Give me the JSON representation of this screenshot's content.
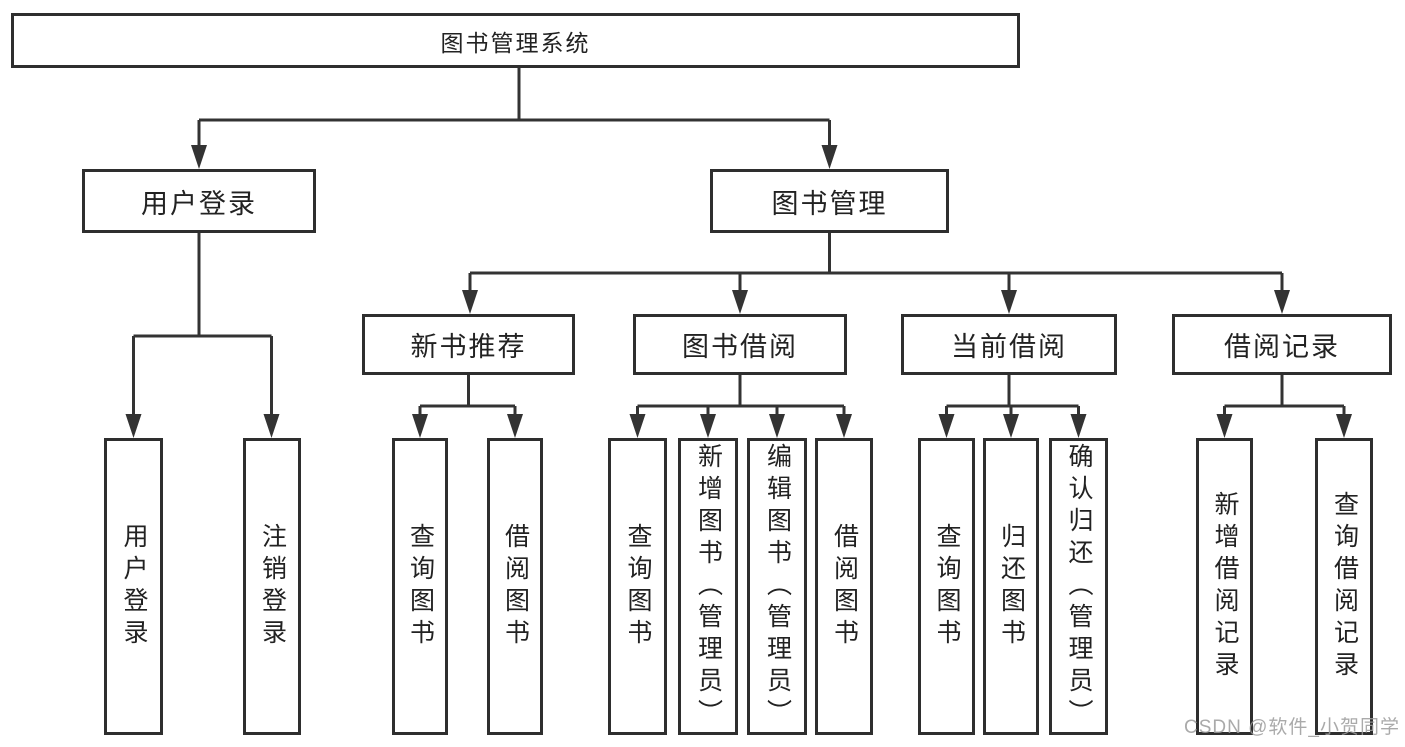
{
  "diagram": {
    "root": {
      "label": "图书管理系统"
    },
    "level2": [
      {
        "label": "用户登录"
      },
      {
        "label": "图书管理"
      }
    ],
    "level3": [
      {
        "label": "新书推荐"
      },
      {
        "label": "图书借阅"
      },
      {
        "label": "当前借阅"
      },
      {
        "label": "借阅记录"
      }
    ],
    "leaves": {
      "user_login": [
        {
          "label": "用户登录"
        },
        {
          "label": "注销登录"
        }
      ],
      "new_book": [
        {
          "label": "查询图书"
        },
        {
          "label": "借阅图书"
        }
      ],
      "borrow": [
        {
          "label": "查询图书"
        },
        {
          "label": "新增图书（管理员）"
        },
        {
          "label": "编辑图书（管理员）"
        },
        {
          "label": "借阅图书"
        }
      ],
      "current": [
        {
          "label": "查询图书"
        },
        {
          "label": "归还图书"
        },
        {
          "label": "确认归还（管理员）"
        }
      ],
      "records": [
        {
          "label": "新增借阅记录"
        },
        {
          "label": "查询借阅记录"
        }
      ]
    },
    "watermark": "CSDN @软件_小贺同学",
    "colors": {
      "line": "#333333",
      "box_border": "#2e2e2e",
      "text": "#222222",
      "watermark": "#9b9b9b",
      "background": "#ffffff"
    }
  }
}
